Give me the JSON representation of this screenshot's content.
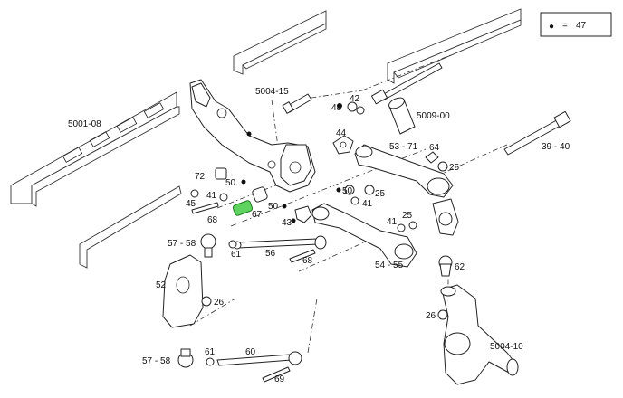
{
  "legend": {
    "symbol": "●",
    "equals": "=",
    "value": "47"
  },
  "colors": {
    "highlight": "#5fd35f",
    "line": "#222222"
  },
  "labels": {
    "l5001_08": "5001-08",
    "l5004_15": "5004-15",
    "l42": "42",
    "l48": "48",
    "l5009_00": "5009-00",
    "l44": "44",
    "l53_71": "53 - 71",
    "l64": "64",
    "l25a": "25",
    "l39_40": "39 - 40",
    "l72": "72",
    "l50a": "50",
    "l41a": "41",
    "l45": "45",
    "l68a": "68",
    "l67": "67",
    "l50b": "50",
    "l43": "43",
    "l50c": "50",
    "l41b": "41",
    "l25b": "25",
    "l41c": "41",
    "l25c": "25",
    "l57_58a": "57 - 58",
    "l61a": "61",
    "l56": "56",
    "l68b": "68",
    "l54_55": "54 - 55",
    "l62": "62",
    "l52": "52",
    "l26a": "26",
    "l26b": "26",
    "l5004_10": "5004-10",
    "l57_58b": "57 - 58",
    "l61b": "61",
    "l60": "60",
    "l69": "69"
  }
}
